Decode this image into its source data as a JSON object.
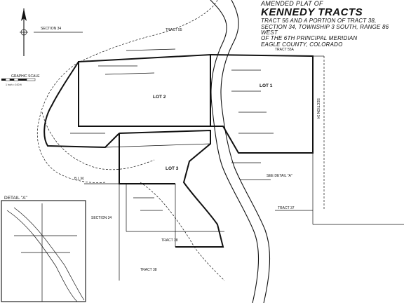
{
  "title": {
    "line1": "AMENDED PLAT OF",
    "line2": "KENNEDY TRACTS",
    "line3": "TRACT 56 AND A PORTION OF TRACT 38,",
    "line4": "SECTION 34, TOWNSHIP 3 SOUTH, RANGE 86 WEST",
    "line5": "OF THE 6TH PRINCIPAL MERIDIAN",
    "line6": "EAGLE COUNTY, COLORADO"
  },
  "labels": {
    "lot1": "LOT 1",
    "lot2": "LOT 2",
    "lot3": "LOT 3",
    "section34_left": "SECTION 34",
    "section34_right": "SECTION 34",
    "section34_bottom": "SECTION 34",
    "tract55": "TRACT 55",
    "tract55a": "TRACT 55A",
    "tract37": "TRACT 37",
    "tract38": "TRACT 38",
    "tract38b": "TRACT 38",
    "blm": "B.L.M.",
    "detail_a": "DETAIL \"A\"",
    "see_detail": "SEE DETAIL \"A\"",
    "graphic_scale": "GRAPHIC SCALE"
  },
  "colors": {
    "ink": "#111111",
    "paper": "#ffffff"
  }
}
